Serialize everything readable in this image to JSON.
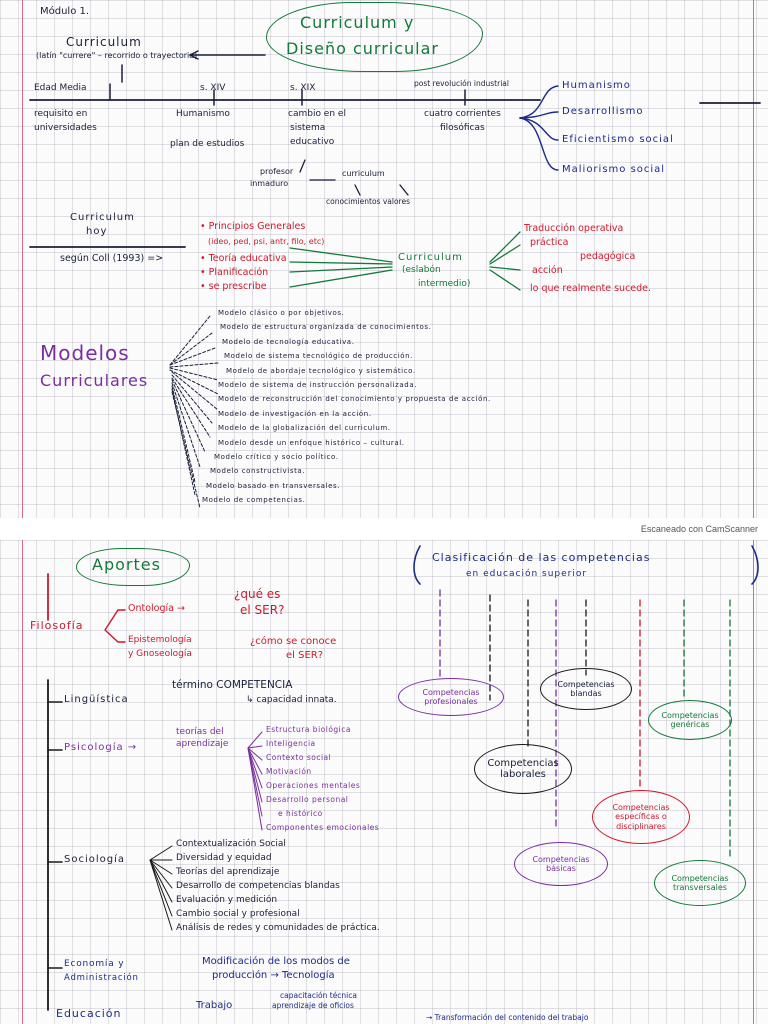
{
  "page1": {
    "modulo": "Módulo 1.",
    "title_line1": "Curriculum y",
    "title_line2": "Diseño curricular",
    "curriculum_word": "Curriculum",
    "latin": "(latín \"currere\" – recorrido o trayectoria)",
    "timeline": {
      "edad_media": "Edad Media",
      "s_xiv": "s. XIV",
      "s_xix": "s. XIX",
      "post": "post revolución industrial",
      "col1": [
        "requisito en",
        "universidades"
      ],
      "col2": [
        "Humanismo",
        "plan de estudios"
      ],
      "col3": [
        "cambio en el",
        "sistema",
        "educativo"
      ],
      "col4": [
        "cuatro corrientes",
        "filosóficas"
      ]
    },
    "corrientes": [
      "Humanismo",
      "Desarrollismo",
      "Eficientismo social",
      "Maliorismo social"
    ],
    "profesor": [
      "profesor",
      "inmaduro"
    ],
    "curriculum_small": "curriculum",
    "conocimientos": "conocimientos valores",
    "hoy_title": [
      "Curriculum",
      "hoy"
    ],
    "segun": "según Coll (1993) =>",
    "principios": [
      "• Principios Generales",
      "(ideo, ped, psi, antr, filo, etc)",
      "• Teoría educativa",
      "• Planificación",
      "• se prescribe"
    ],
    "curriculum_center": [
      "Curriculum",
      "(eslabón",
      "intermedio)"
    ],
    "outputs": [
      "Traducción operativa",
      "práctica",
      "pedagógica",
      "acción",
      "lo que realmente sucede."
    ],
    "modelos_title": [
      "Modelos",
      "Curriculares"
    ],
    "modelos": [
      "Modelo clásico o por objetivos.",
      "Modelo de estructura organizada de conocimientos.",
      "Modelo de tecnología educativa.",
      "Modelo de sistema tecnológico de producción.",
      "Modelo de abordaje tecnológico y sistemático.",
      "Modelo de sistema de instrucción personalizada.",
      "Modelo de reconstrucción del conocimiento y propuesta de acción.",
      "Modelo de investigación en la acción.",
      "Modelo de la globalización del curriculum.",
      "Modelo desde un enfoque histórico – cultural.",
      "Modelo crítico y socio político.",
      "Modelo constructivista.",
      "Modelo basado en transversales.",
      "Modelo de competencias."
    ]
  },
  "scanner": "Escaneado con CamScanner",
  "page2": {
    "aportes": "Aportes",
    "filosofia": "Filosofía",
    "ontologia": "Ontología →",
    "que_es": [
      "¿qué es",
      "el SER?"
    ],
    "epistemologia": [
      "Epistemología",
      "y Gnoseología"
    ],
    "como": [
      "¿cómo se conoce",
      "el SER?"
    ],
    "linguistica": "Lingüística",
    "termino": "término COMPETENCIA",
    "capacidad": "↳ capacidad innata.",
    "psicologia": "Psicología →",
    "teorias": [
      "teorías del",
      "aprendizaje"
    ],
    "psico_items": [
      "Estructura biológica",
      "Inteligencia",
      "Contexto social",
      "Motivación",
      "Operaciones mentales",
      "Desarrollo personal",
      "e histórico",
      "Componentes emocionales"
    ],
    "sociologia": "Sociología",
    "socio_items": [
      "Contextualización Social",
      "Diversidad y equidad",
      "Teorías del aprendizaje",
      "Desarrollo de competencias blandas",
      "Evaluación y medición",
      "Cambio social y profesional",
      "Análisis de redes y comunidades de práctica."
    ],
    "economia": [
      "Economía y",
      "Administración"
    ],
    "modificacion": [
      "Modificación de los modos de",
      "producción → Tecnología"
    ],
    "educacion": "Educación",
    "trabajo": "Trabajo",
    "trabajo_items": [
      "capacitación técnica",
      "aprendizaje de oficios"
    ],
    "transformacion": "→ Transformación del contenido del trabajo",
    "clasificacion": [
      "Clasificación de las competencias",
      "en educación superior"
    ],
    "comp_profesionales": [
      "Competencias",
      "profesionales"
    ],
    "comp_blandas": [
      "Competencias",
      "blandas"
    ],
    "comp_genericas": [
      "Competencias",
      "genéricas"
    ],
    "comp_laborales": [
      "Competencias",
      "laborales"
    ],
    "comp_especificas": [
      "Competencias",
      "específicas o",
      "disciplinares"
    ],
    "comp_basicas": [
      "Competencias",
      "básicas"
    ],
    "comp_transversales": [
      "Competencias",
      "transversales"
    ],
    "colors": {
      "purple": "#7a2ea0",
      "black": "#1a1a1a",
      "green": "#127a3a",
      "red": "#d0182c"
    }
  }
}
